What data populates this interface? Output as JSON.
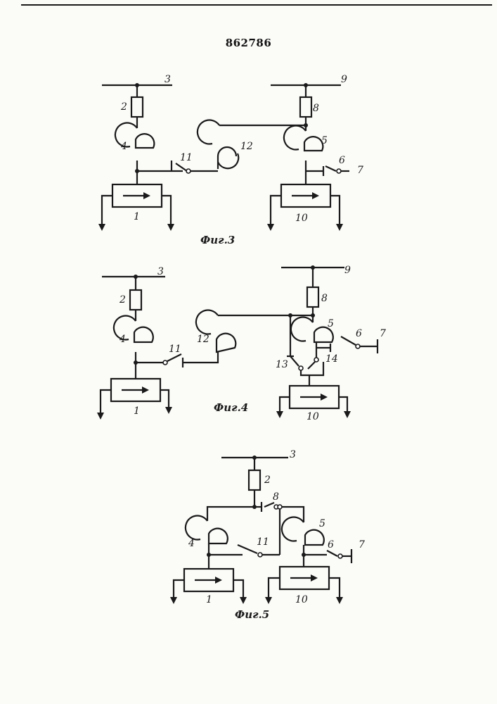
{
  "header": {
    "patent_number": "862786"
  },
  "figures": [
    {
      "caption": "Фиг.3",
      "labels": {
        "l1": "1",
        "l2": "2",
        "l3": "3",
        "l4": "4",
        "l5": "5",
        "l6": "6",
        "l7": "7",
        "l8": "8",
        "l9": "9",
        "l10": "10",
        "l11": "11",
        "l12": "12"
      }
    },
    {
      "caption": "Фиг.4",
      "labels": {
        "l1": "1",
        "l2": "2",
        "l3": "3",
        "l4": "4",
        "l5": "5",
        "l6": "6",
        "l7": "7",
        "l8": "8",
        "l9": "9",
        "l10": "10",
        "l11": "11",
        "l12": "12",
        "l13": "13",
        "l14": "14"
      }
    },
    {
      "caption": "Фиг.5",
      "labels": {
        "l1": "1",
        "l2": "2",
        "l3": "3",
        "l4": "4",
        "l5": "5",
        "l6": "6",
        "l7": "7",
        "l8": "8",
        "l10": "10",
        "l11": "11"
      }
    }
  ]
}
